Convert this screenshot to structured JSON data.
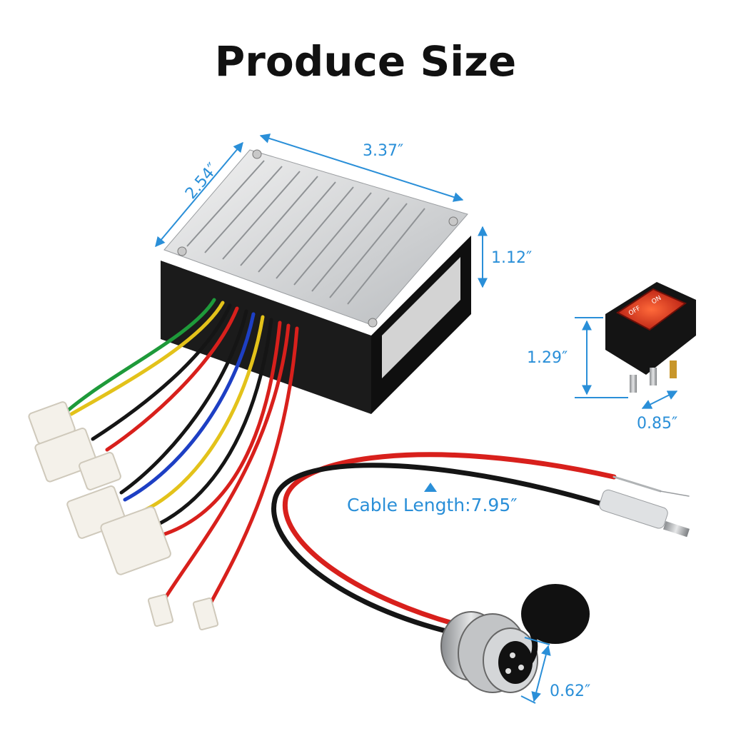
{
  "header": {
    "title": "Produce Size"
  },
  "dimensions": {
    "controller_length": "3.37″",
    "controller_width": "2.54″",
    "controller_height": "1.12″",
    "switch_height": "1.29″",
    "switch_width": "0.85″",
    "cable_length": "Cable Length:7.95″",
    "connector_diameter": "0.62″"
  },
  "switch": {
    "on_label": "ON",
    "off_label": "OFF"
  },
  "colors": {
    "accent": "#2a8fd8",
    "wire_red": "#d8201c",
    "wire_black": "#151515"
  },
  "icons": {
    "cable_pointer": "triangle-up-icon"
  }
}
